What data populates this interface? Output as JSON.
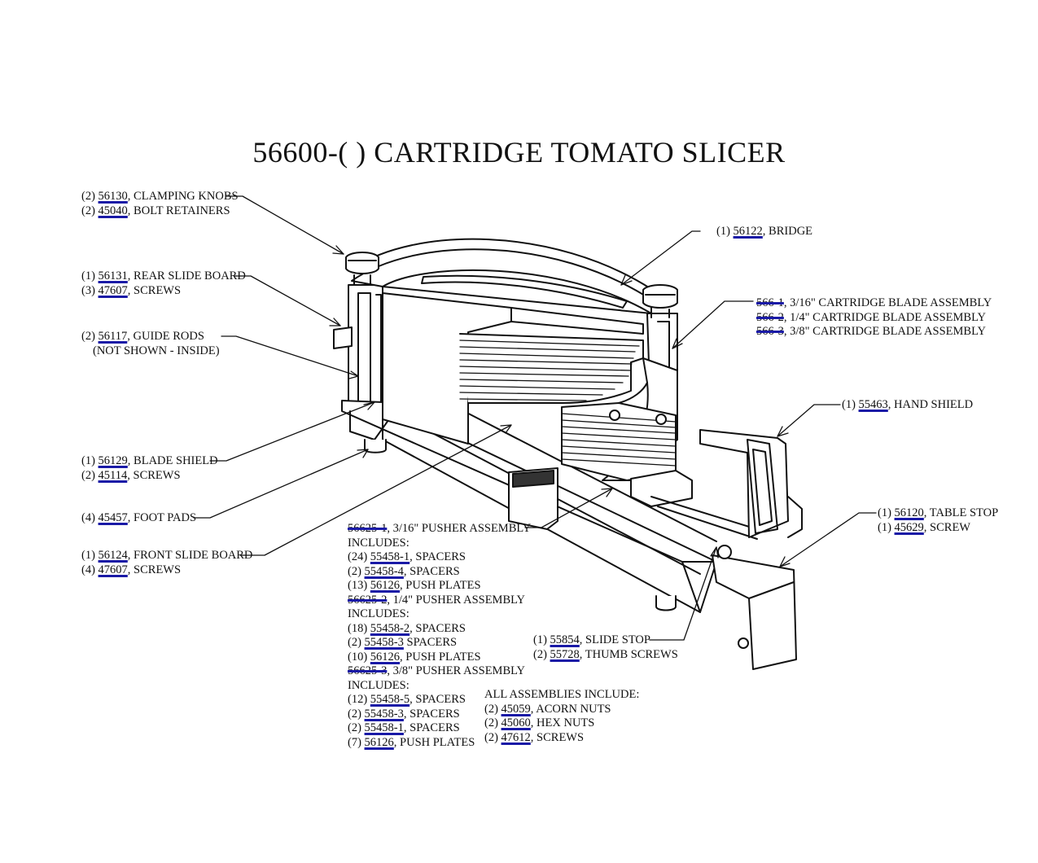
{
  "title": "56600-( ) CARTRIDGE TOMATO SLICER",
  "link_color": "#1a1aa6",
  "callouts": {
    "clamping_knobs": [
      {
        "qty": "(2)",
        "part": "56130",
        "desc": ", CLAMPING KNOBS"
      },
      {
        "qty": "(2)",
        "part": "45040",
        "desc": ", BOLT RETAINERS"
      }
    ],
    "rear_slide_board": [
      {
        "qty": "(1)",
        "part": "56131",
        "desc": ", REAR SLIDE BOARD"
      },
      {
        "qty": "(3)",
        "part": "47607",
        "desc": ", SCREWS"
      }
    ],
    "guide_rods": [
      {
        "qty": "(2)",
        "part": "56117",
        "desc": ", GUIDE RODS"
      }
    ],
    "guide_rods_note": "(NOT SHOWN - INSIDE)",
    "blade_shield": [
      {
        "qty": "(1)",
        "part": "56129",
        "desc": ", BLADE SHIELD"
      },
      {
        "qty": "(2)",
        "part": "45114",
        "desc": ", SCREWS"
      }
    ],
    "foot_pads": [
      {
        "qty": "(4)",
        "part": "45457",
        "desc": ", FOOT PADS"
      }
    ],
    "front_slide_board": [
      {
        "qty": "(1)",
        "part": "56124",
        "desc": ", FRONT SLIDE BOARD"
      },
      {
        "qty": "(4)",
        "part": "47607",
        "desc": ", SCREWS"
      }
    ],
    "bridge": [
      {
        "qty": "(1)",
        "part": "56122",
        "desc": ", BRIDGE"
      }
    ],
    "blade_assemblies": [
      {
        "qty": "",
        "part": "566-1",
        "desc": ", 3/16\" CARTRIDGE BLADE ASSEMBLY"
      },
      {
        "qty": "",
        "part": "566-2",
        "desc": ", 1/4\" CARTRIDGE BLADE ASSEMBLY"
      },
      {
        "qty": "",
        "part": "566-3",
        "desc": ", 3/8\" CARTRIDGE BLADE ASSEMBLY"
      }
    ],
    "hand_shield": [
      {
        "qty": "(1)",
        "part": "55463",
        "desc": ", HAND SHIELD"
      }
    ],
    "table_stop": [
      {
        "qty": "(1)",
        "part": "56120",
        "desc": ", TABLE STOP"
      },
      {
        "qty": "(1)",
        "part": "45629",
        "desc": ", SCREW"
      }
    ],
    "slide_stop": [
      {
        "qty": "(1)",
        "part": "55854",
        "desc": ", SLIDE STOP"
      },
      {
        "qty": "(2)",
        "part": "55728",
        "desc": ", THUMB SCREWS"
      }
    ],
    "pusher_assemblies": [
      {
        "qty": "",
        "part": "56625-1",
        "desc": ", 3/16\" PUSHER ASSEMBLY"
      },
      {
        "qty": "",
        "part": "",
        "desc": "INCLUDES:"
      },
      {
        "qty": "(24)",
        "part": "55458-1",
        "desc": ", SPACERS"
      },
      {
        "qty": "(2)",
        "part": "55458-4",
        "desc": ", SPACERS"
      },
      {
        "qty": "(13)",
        "part": "56126",
        "desc": ", PUSH PLATES"
      },
      {
        "qty": "",
        "part": "56625-2",
        "desc": ", 1/4\" PUSHER ASSEMBLY"
      },
      {
        "qty": "",
        "part": "",
        "desc": "INCLUDES:"
      },
      {
        "qty": "(18)",
        "part": "55458-2",
        "desc": ", SPACERS"
      },
      {
        "qty": "(2)",
        "part": "55458-3",
        "desc": " SPACERS"
      },
      {
        "qty": "(10)",
        "part": "56126",
        "desc": ", PUSH PLATES"
      },
      {
        "qty": "",
        "part": "56625-3",
        "desc": ", 3/8\" PUSHER ASSEMBLY"
      },
      {
        "qty": "",
        "part": "",
        "desc": "INCLUDES:"
      },
      {
        "qty": "(12)",
        "part": "55458-5",
        "desc": ", SPACERS"
      },
      {
        "qty": "(2)",
        "part": "55458-3",
        "desc": ", SPACERS"
      },
      {
        "qty": "(2)",
        "part": "55458-1",
        "desc": ", SPACERS"
      },
      {
        "qty": "(7)",
        "part": "56126",
        "desc": ", PUSH PLATES"
      }
    ],
    "all_assemblies": [
      {
        "qty": "",
        "part": "",
        "desc": "ALL ASSEMBLIES INCLUDE:"
      },
      {
        "qty": "(2)",
        "part": "45059",
        "desc": ", ACORN NUTS"
      },
      {
        "qty": "(2)",
        "part": "45060",
        "desc": ", HEX NUTS"
      },
      {
        "qty": "(2)",
        "part": "47612",
        "desc": ", SCREWS"
      }
    ]
  }
}
